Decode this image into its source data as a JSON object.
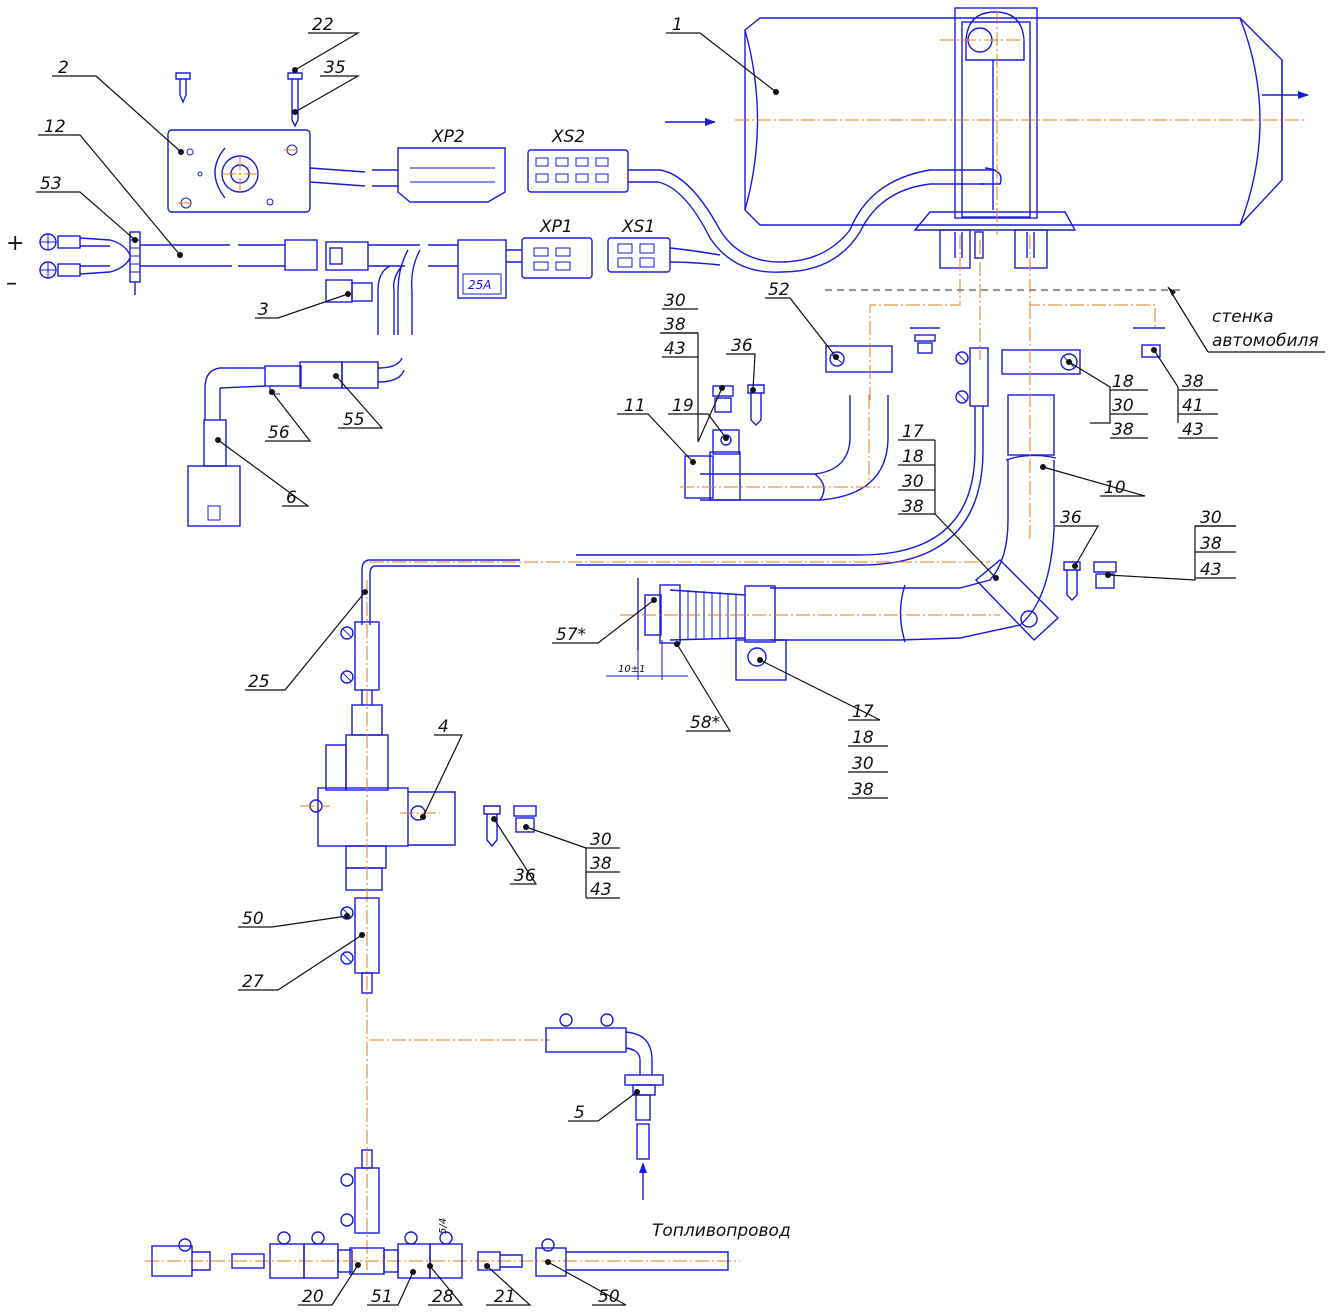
{
  "colors": {
    "outline": "#1a1adb",
    "centerline": "#e07b1a",
    "text": "#111111"
  },
  "labels": {
    "p1": "1",
    "p2": "2",
    "p3": "3",
    "p4": "4",
    "p5": "5",
    "p6": "6",
    "p10": "10",
    "p11": "11",
    "p12": "12",
    "p19": "19",
    "p20": "20",
    "p21": "21",
    "p22": "22",
    "p25": "25",
    "p27": "27",
    "p28": "28",
    "p35": "35",
    "p36a": "36",
    "p36b": "36",
    "p36c": "36",
    "p50a": "50",
    "p50b": "50",
    "p51": "51",
    "p52": "52",
    "p53": "53",
    "p55": "55",
    "p56": "56",
    "p57": "57*",
    "p58": "58*",
    "plus": "+",
    "minus": "–"
  },
  "connectors": {
    "xp2": "XP2",
    "xs2": "XS2",
    "xp1": "XP1",
    "xs1": "XS1"
  },
  "fuse": "25А",
  "stacks": {
    "s1": [
      "30",
      "38",
      "43"
    ],
    "s2": [
      "18",
      "30",
      "38"
    ],
    "s3": [
      "38",
      "41",
      "43"
    ],
    "s4": [
      "17",
      "18",
      "30",
      "38"
    ],
    "s5": [
      "30",
      "38",
      "43"
    ],
    "s6": [
      "17",
      "18",
      "30",
      "38"
    ],
    "s7": [
      "30",
      "38",
      "43"
    ]
  },
  "annotations": {
    "wall_line1": "стенка",
    "wall_line2": "автомобиля",
    "fuel_line": "Топливопровод",
    "dimension": "10±1",
    "fuel_part_tag": "5/4"
  }
}
